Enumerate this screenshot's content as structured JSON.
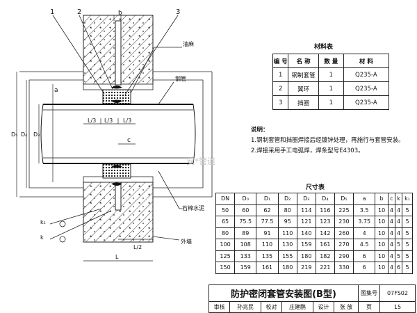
{
  "callouts": {
    "c1": "1",
    "c2": "2",
    "c3": "3",
    "b": "b",
    "c": "c",
    "a": "a"
  },
  "labels": {
    "oil_hemp": "油麻",
    "steel_pipe": "钢管",
    "asbestos_cement": "石棉水泥",
    "outer_wall": "外墙",
    "watermark": "安*管道"
  },
  "dims": {
    "D5": "D₅",
    "D4": "D₄",
    "D3": "D₃",
    "L3a": "L/3",
    "L3b": "L/3",
    "L3c": "L/3",
    "L2": "L/2",
    "L": "L",
    "k1": "k₁",
    "k": "k"
  },
  "material_table": {
    "title": "材料表",
    "headers": [
      "编 号",
      "名 称",
      "数 量",
      "材 料"
    ],
    "rows": [
      [
        "1",
        "钢制套管",
        "1",
        "Q235-A"
      ],
      [
        "2",
        "翼环",
        "1",
        "Q235-A"
      ],
      [
        "3",
        "挡圈",
        "1",
        "Q235-A"
      ]
    ]
  },
  "notes": {
    "heading": "说明：",
    "items": [
      "1.钢制套管和挡圈焊接后经镀锌处理，再施行与套管安装。",
      "2.焊接采用手工电弧焊，焊条型号E4303。"
    ]
  },
  "size_table": {
    "title": "尺寸表",
    "headers": [
      "DN",
      "D₀",
      "D₁",
      "D₂",
      "D₃",
      "D₄",
      "D₅",
      "a",
      "b",
      "c",
      "k",
      "k₁"
    ],
    "rows": [
      [
        "50",
        "60",
        "62",
        "80",
        "114",
        "116",
        "225",
        "3.5",
        "10",
        "4",
        "4",
        "5"
      ],
      [
        "65",
        "75.5",
        "77.5",
        "95",
        "121",
        "123",
        "230",
        "3.75",
        "10",
        "4",
        "4",
        "5"
      ],
      [
        "80",
        "89",
        "91",
        "110",
        "140",
        "142",
        "260",
        "4",
        "10",
        "4",
        "4",
        "5"
      ],
      [
        "100",
        "108",
        "110",
        "130",
        "159",
        "161",
        "270",
        "4.5",
        "10",
        "4",
        "5",
        "5"
      ],
      [
        "125",
        "133",
        "135",
        "155",
        "180",
        "182",
        "290",
        "6",
        "10",
        "4",
        "5",
        "5"
      ],
      [
        "150",
        "159",
        "161",
        "180",
        "219",
        "221",
        "330",
        "6",
        "10",
        "4",
        "6",
        "5"
      ]
    ]
  },
  "title_block": {
    "title": "防护密闭套管安装图(B型)",
    "atlas_label": "图集号",
    "atlas_no": "07FS02",
    "reviewer_label": "审核",
    "reviewer": "孙兆民",
    "checker_label": "校对",
    "checker": "庄建鹏",
    "designer_label": "设计",
    "designer": "张 放",
    "page_label": "页",
    "page": "15"
  }
}
